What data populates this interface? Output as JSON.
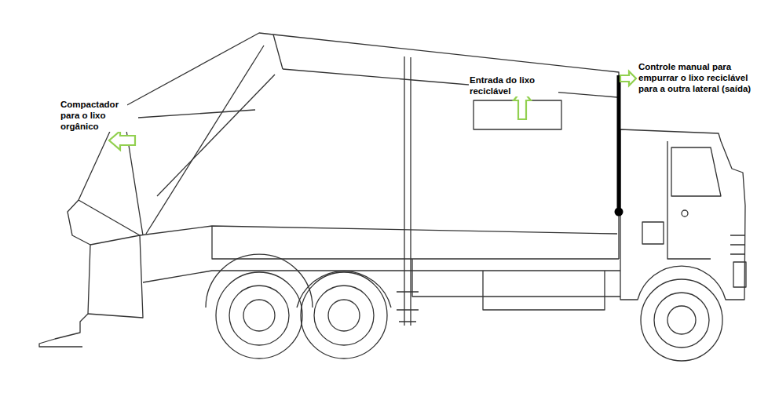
{
  "diagram": {
    "labels": [
      "Compactador para o lixo orgânico",
      "Entrada do lixo reciclável",
      "Controle manual para empurrar o lixo reciclável para a outra lateral (saída)"
    ]
  }
}
